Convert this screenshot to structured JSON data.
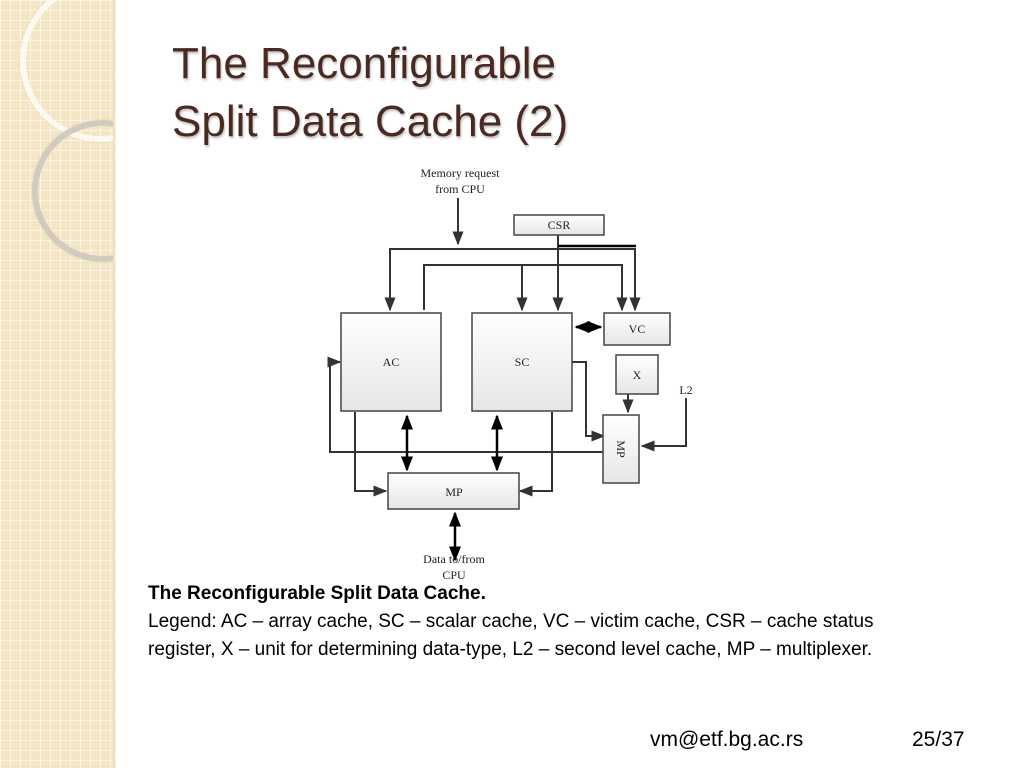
{
  "slide": {
    "title_line1": "The Reconfigurable",
    "title_line2": "Split Data Cache (2)"
  },
  "diagram": {
    "memory_request_line1": "Memory request",
    "memory_request_line2": "from CPU",
    "csr": "CSR",
    "ac": "AC",
    "sc": "SC",
    "vc": "VC",
    "x": "X",
    "l2": "L2",
    "mp_side": "MP",
    "mp_bottom": "MP",
    "data_line1": "Data to/from",
    "data_line2": "CPU"
  },
  "caption": {
    "title": "The Reconfigurable Split Data Cache.",
    "legend": "Legend: AC – array cache, SC – scalar cache, VC – victim cache, CSR – cache status register, X – unit for determining data-type, L2 – second level cache, MP – multiplexer."
  },
  "footer": {
    "email": "vm@etf.bg.ac.rs",
    "page": "25/37"
  }
}
